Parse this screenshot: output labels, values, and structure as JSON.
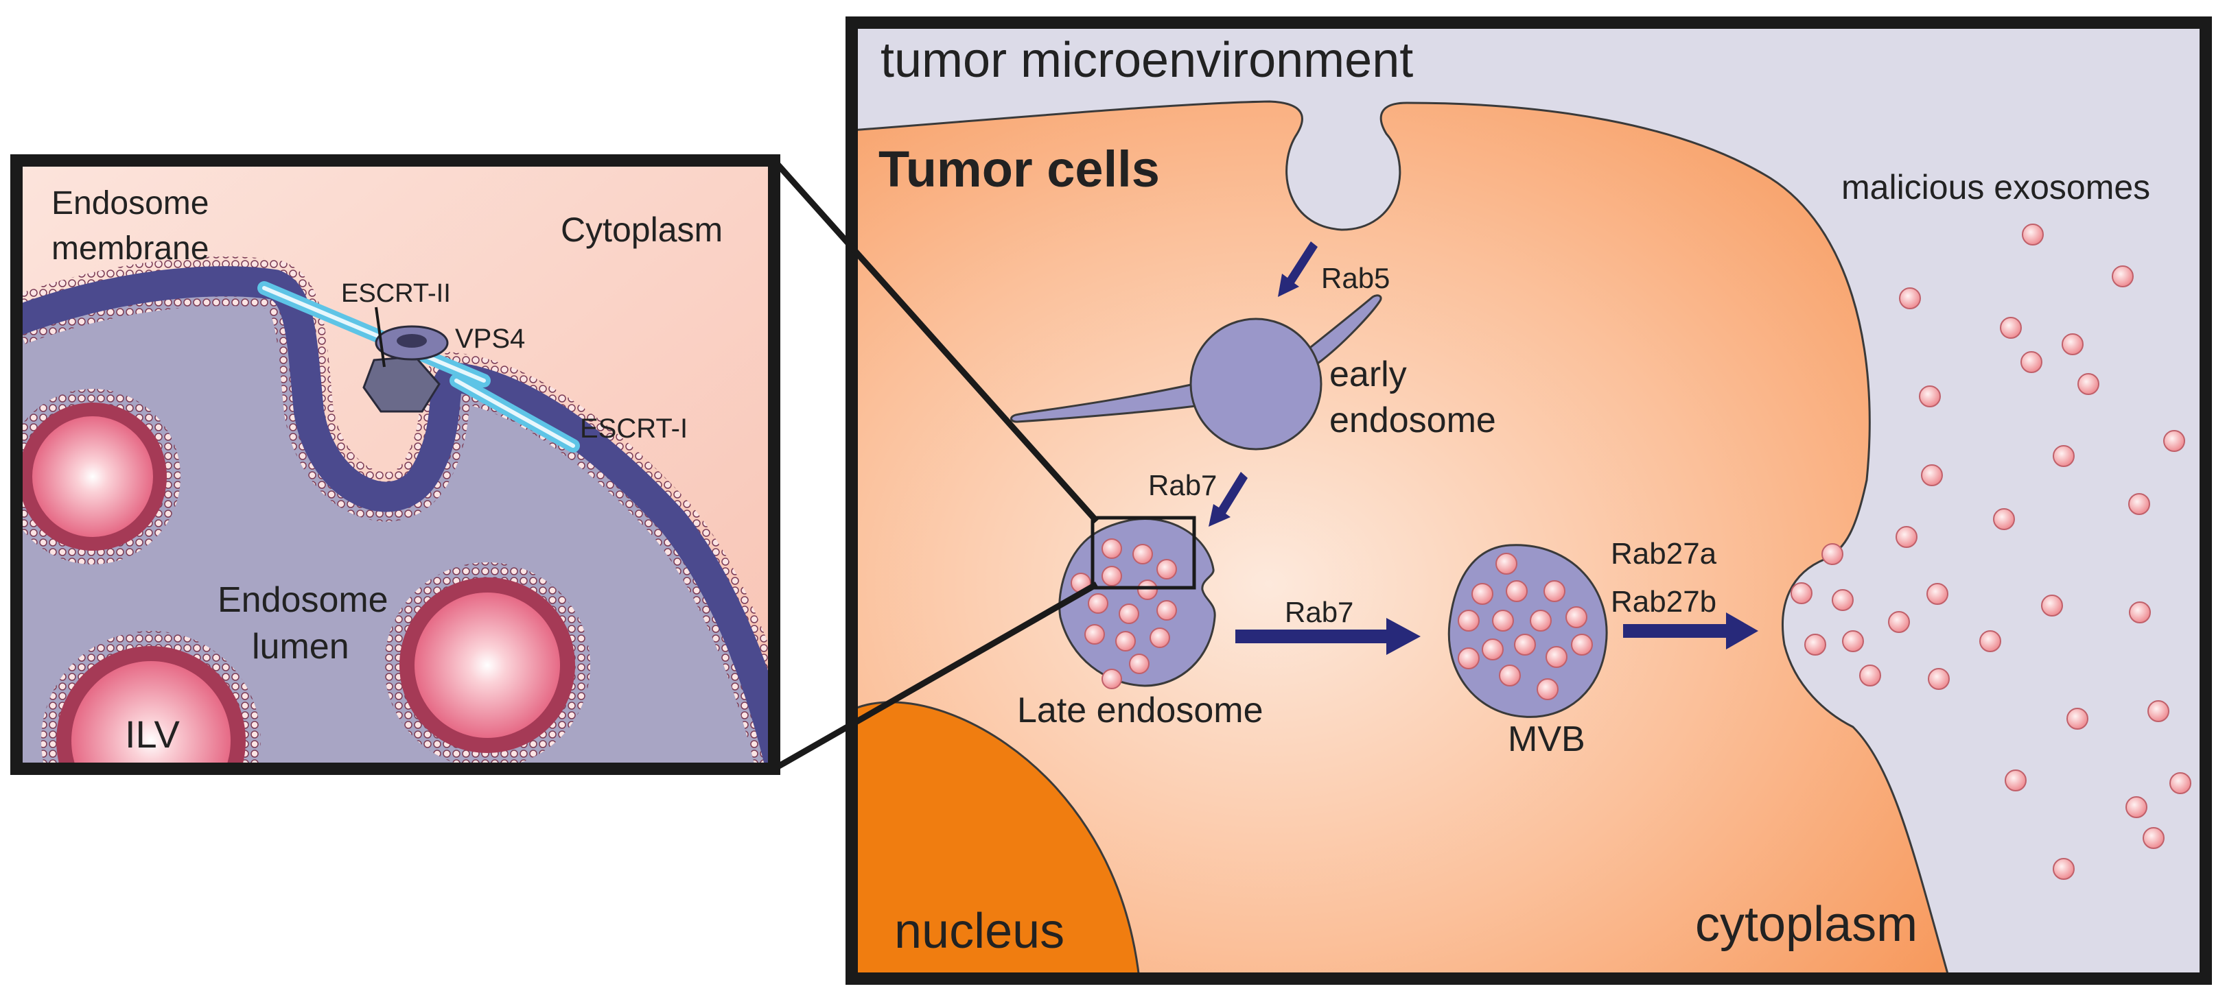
{
  "right_panel": {
    "tumor_microenvironment": "tumor microenvironment",
    "tumor_cells": "Tumor cells",
    "malicious_exosomes": "malicious exosomes",
    "rab5": "Rab5",
    "early_endosome_line1": "early",
    "early_endosome_line2": "endosome",
    "rab7_vertical": "Rab7",
    "late_endosome": "Late endosome",
    "rab7_horizontal": "Rab7",
    "mvb": "MVB",
    "rab27a": "Rab27a",
    "rab27b": "Rab27b",
    "nucleus": "nucleus",
    "cytoplasm": "cytoplasm"
  },
  "left_panel": {
    "endosome_membrane_line1": "Endosome",
    "endosome_membrane_line2": "membrane",
    "cytoplasm": "Cytoplasm",
    "escrt_ii": "ESCRT-II",
    "vps4": "VPS4",
    "escrt_i": "ESCRT-I",
    "endosome_lumen_line1": "Endosome",
    "endosome_lumen_line2": "lumen",
    "ilv": "ILV"
  },
  "colors": {
    "cell_orange": "#f9a571",
    "nucleus_orange": "#f07d10",
    "environment_lavender": "#dcdbe8",
    "endosome_purple": "#9a97c9",
    "arrow_navy": "#27297a",
    "membrane_purple": "#4b4a8e",
    "vesicle_pink": "#f4a0a4",
    "escrt_cyan": "#5ec4e6"
  }
}
